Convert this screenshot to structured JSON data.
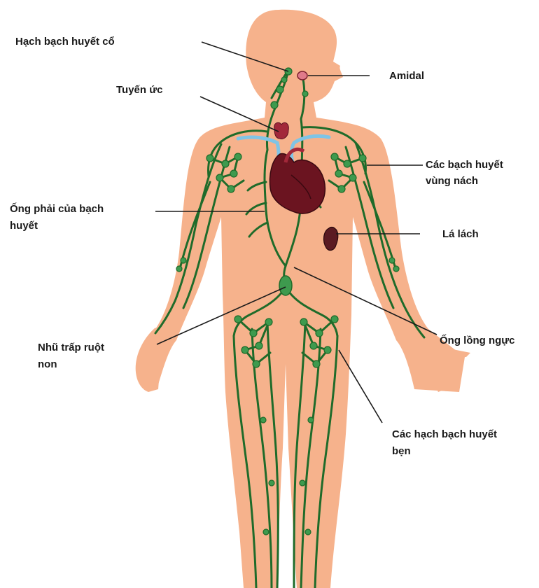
{
  "colors": {
    "skin": "#F6B28C",
    "vessel": "#1F6B2A",
    "node": "#3E9A4E",
    "heart": "#6B1420",
    "spleen": "#5A1A22",
    "leader": "#1a1a1a",
    "duct_blue": "#7FC4E6"
  },
  "labels": {
    "cervical_nodes": "Hạch bạch huyết  cổ",
    "tonsil": "Amidal",
    "thymus": "Tuyến ức",
    "axillary_1": "Các bạch huyết",
    "axillary_2": "vùng nách",
    "right_duct_1": "Ống phải của bạch",
    "right_duct_2": "huyết",
    "spleen": "Lá lách",
    "cisterna_1": "Nhũ trấp ruột",
    "cisterna_2": "non",
    "thoracic_duct": "Ống lồng ngực",
    "inguinal_1": "Các hạch bạch huyết",
    "inguinal_2": "bẹn"
  }
}
